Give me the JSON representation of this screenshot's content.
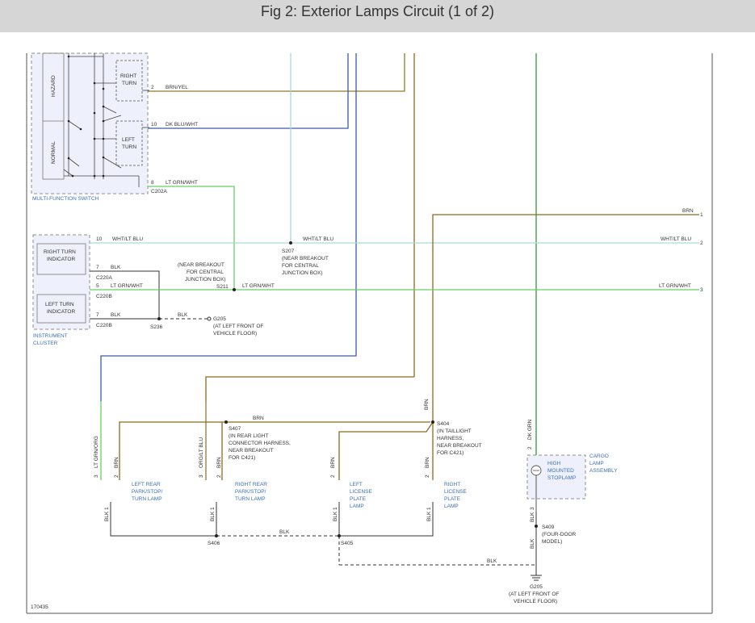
{
  "header": {
    "title": "Fig 2: Exterior Lamps Circuit (1 of 2)"
  },
  "figure_number": "170435",
  "colors": {
    "brn": "#8a6a1e",
    "brn_yel": "#8e7a2e",
    "dk_blu_wht": "#3c5ba6",
    "lt_grn_wht": "#66d066",
    "wht_lt_blu": "#a8dcd6",
    "dk_grn": "#2f9a3a",
    "blk": "#333333",
    "component_outline": "#888888",
    "component_label": "#3b6fb6"
  },
  "components": {
    "multi_function_switch": {
      "label": "MULTI-FUNCTION SWITCH",
      "hazard": "HAZARD",
      "normal": "NORMAL",
      "right_turn_1": "RIGHT",
      "right_turn_2": "TURN",
      "left_turn_1": "LEFT",
      "left_turn_2": "TURN",
      "connector": "C202A"
    },
    "instrument_cluster": {
      "label_1": "INSTRUMENT",
      "label_2": "CLUSTER",
      "right_ind_1": "RIGHT TURN",
      "right_ind_2": "INDICATOR",
      "left_ind_1": "LEFT TURN",
      "left_ind_2": "INDICATOR"
    },
    "left_rear_lamp": [
      "LEFT REAR",
      "PARK/STOP/",
      "TURN LAMP"
    ],
    "right_rear_lamp": [
      "RIGHT REAR",
      "PARK/STOP/",
      "TURN LAMP"
    ],
    "left_license_lamp": [
      "LEFT",
      "LICENSE",
      "PLATE",
      "LAMP"
    ],
    "right_license_lamp": [
      "RIGHT",
      "LICENSE",
      "PLATE",
      "LAMP"
    ],
    "high_mounted_stoplamp": [
      "HIGH",
      "MOUNTED",
      "STOPLAMP"
    ],
    "cargo_lamp_assembly": [
      "CARGO",
      "LAMP",
      "ASSEMBLY"
    ]
  },
  "wires": {
    "brn_yel": "BRN/YEL",
    "dk_blu_wht": "DK BLU/WHT",
    "lt_grn_wht": "LT GRN/WHT",
    "wht_lt_blu": "WHT/LT BLU",
    "blk": "BLK",
    "brn": "BRN",
    "lt_grn_org": "LT GRN/ORG",
    "org_lt_blu": "ORG/LT BLU",
    "dk_grn": "DK GRN"
  },
  "pins": {
    "p1": "1",
    "p2": "2",
    "p3": "3",
    "p5": "5",
    "p7": "7",
    "p8": "8",
    "p10": "10"
  },
  "connectors": {
    "c220a": "C220A",
    "c220b": "C220B"
  },
  "splices": {
    "s207": [
      "S207",
      "(NEAR BREAKOUT",
      "FOR CENTRAL",
      "JUNCTION BOX)"
    ],
    "s211": [
      "(NEAR BREAKOUT",
      "FOR CENTRAL",
      "JUNCTION BOX)",
      "S211"
    ],
    "s236": "S236",
    "s407": [
      "S407",
      "(IN REAR LIGHT",
      "CONNECTOR HARNESS,",
      "NEAR BREAKOUT",
      "FOR C421)"
    ],
    "s404": [
      "S404",
      "(IN TAILLIGHT",
      "HARNESS,",
      "NEAR BREAKOUT",
      "FOR C421)"
    ],
    "s406": "S406",
    "s405": "S405",
    "s409": [
      "S409",
      "(FOUR-DOOR",
      "MODEL)"
    ]
  },
  "grounds": {
    "g205_top": [
      "G205",
      "(AT LEFT FRONT OF",
      "VEHICLE FLOOR)"
    ],
    "g205_bottom": [
      "G205",
      "(AT LEFT FRONT OF",
      "VEHICLE FLOOR)"
    ]
  }
}
